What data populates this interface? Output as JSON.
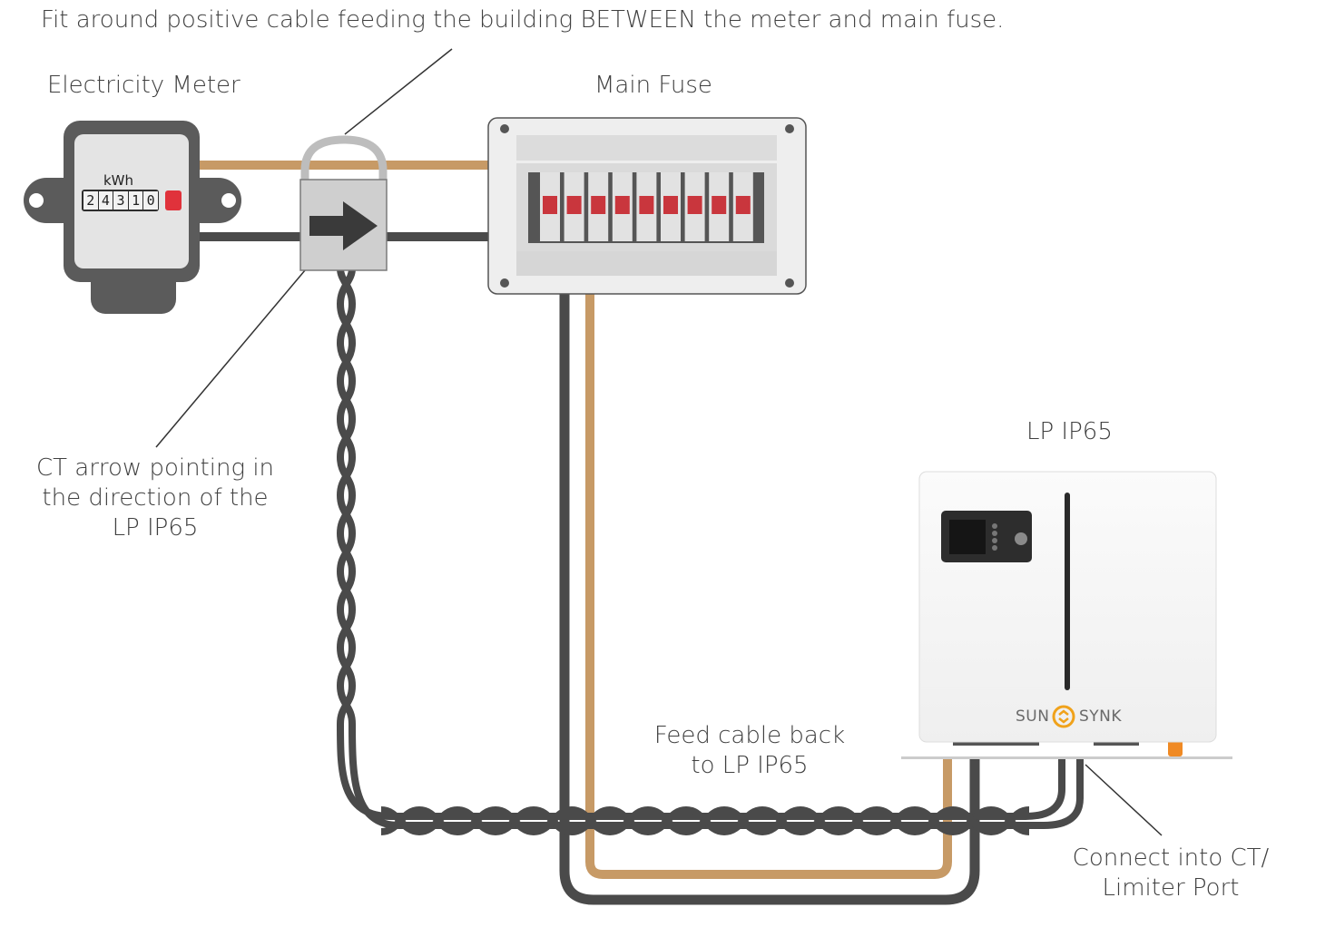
{
  "annotations": {
    "top_note": "Fit around positive cable feeding the building BETWEEN the meter and main fuse.",
    "ct_note_line1": "CT arrow pointing in",
    "ct_note_line2": "the direction of the",
    "ct_note_line3": "LP IP65",
    "feed_line1": "Feed cable back",
    "feed_line2": "to LP IP65",
    "port_line1": "Connect into CT/",
    "port_line2": "Limiter Port"
  },
  "components": {
    "meter_title": "Electricity Meter",
    "meter_unit": "kWh",
    "meter_digits": [
      "2",
      "4",
      "3",
      "1",
      "0"
    ],
    "fuse_title": "Main Fuse",
    "fuse_breaker_count": 9,
    "inverter_title": "LP IP65",
    "brand_left": "SUN",
    "brand_right": "SYNK"
  },
  "colors": {
    "live_cable": "#c79a66",
    "neutral_cable": "#4a4a4a",
    "meter_body": "#5b5b5b",
    "breaker_red": "#c9363d",
    "brand_orange": "#f0a21b",
    "ct_clamp": "#cfcfcf"
  }
}
